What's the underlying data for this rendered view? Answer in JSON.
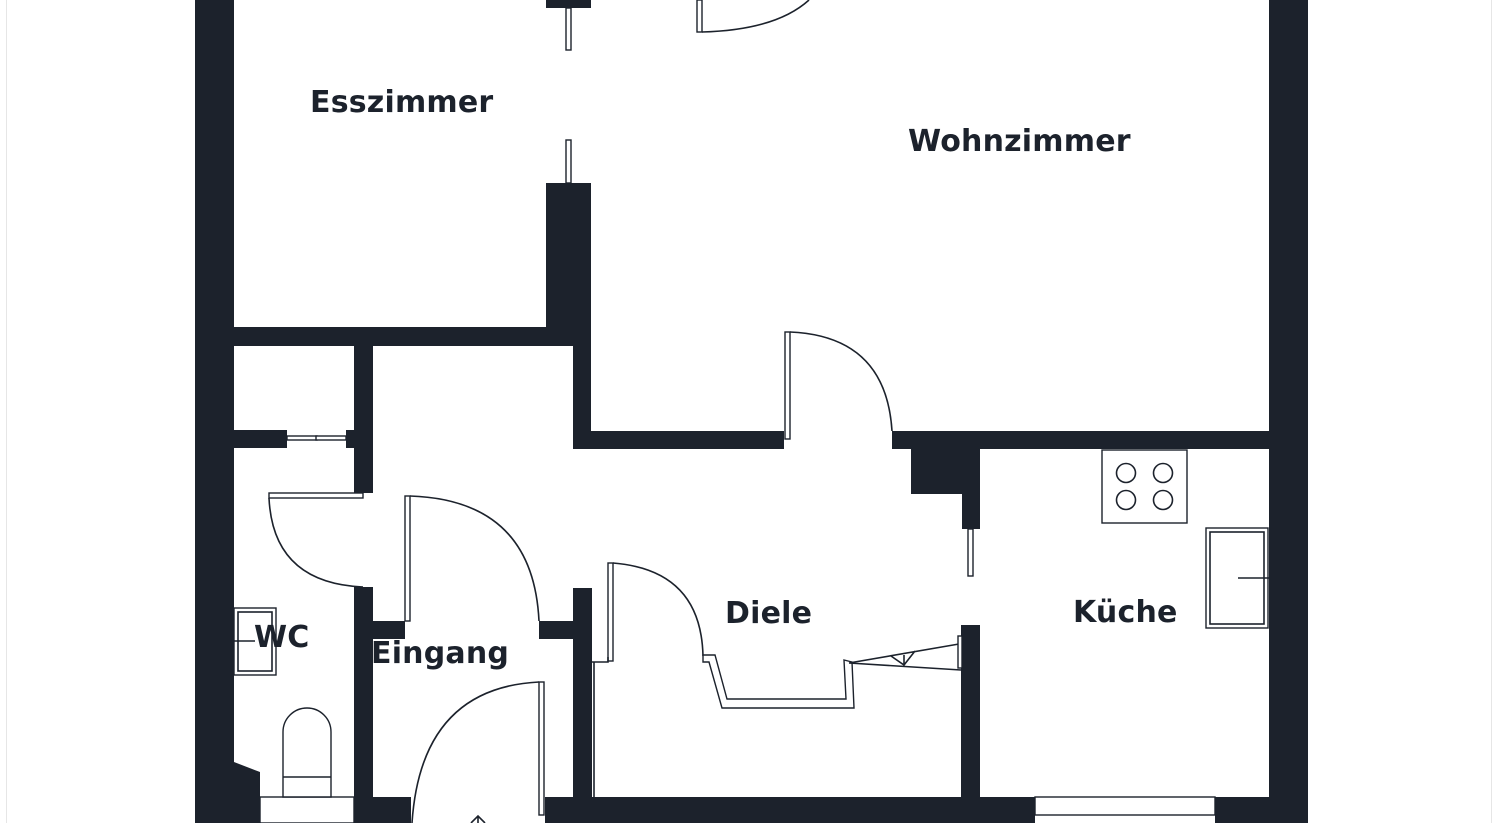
{
  "floorplan": {
    "wall_color": "#1c222c",
    "background_color": "#ffffff",
    "rooms": [
      {
        "id": "esszimmer",
        "label": "Esszimmer"
      },
      {
        "id": "wohnzimmer",
        "label": "Wohnzimmer"
      },
      {
        "id": "wc",
        "label": "WC"
      },
      {
        "id": "eingang",
        "label": "Eingang"
      },
      {
        "id": "diele",
        "label": "Diele"
      },
      {
        "id": "kueche",
        "label": "Küche"
      }
    ],
    "fixtures": [
      {
        "room": "kueche",
        "type": "stove-icon",
        "burners": 4
      },
      {
        "room": "kueche",
        "type": "sink-icon"
      },
      {
        "room": "wc",
        "type": "toilet-icon"
      },
      {
        "room": "wc",
        "type": "washbasin-icon"
      },
      {
        "room": "diele",
        "type": "staircase-icon"
      }
    ],
    "entrance_marker": "arrow-up-icon"
  }
}
